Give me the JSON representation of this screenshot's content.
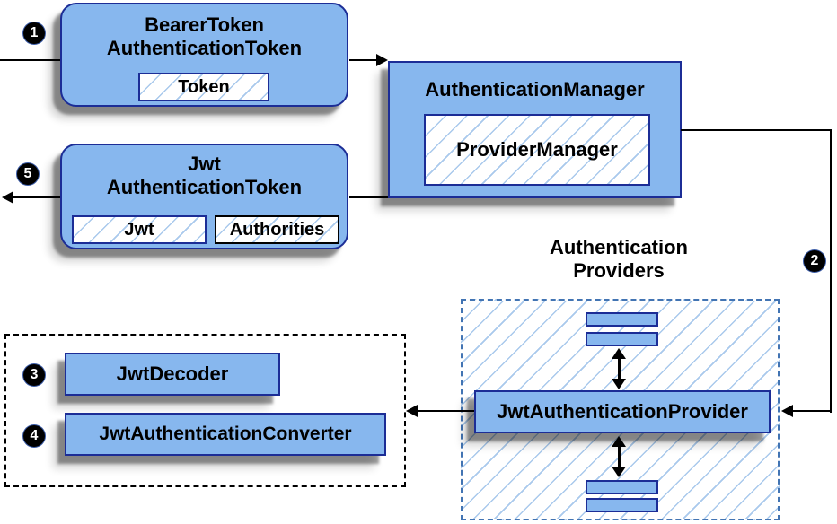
{
  "colors": {
    "node_fill": "#87b7ee",
    "node_border": "#1c2d96",
    "hatch_line": "#a9c9ec",
    "dash_blue": "#4274b3",
    "badge_bg": "#000000",
    "badge_text": "#ffffff"
  },
  "steps": {
    "s1": "1",
    "s2": "2",
    "s3": "3",
    "s4": "4",
    "s5": "5"
  },
  "nodes": {
    "bearer_token": {
      "line1": "BearerToken",
      "line2": "AuthenticationToken",
      "field": "Token"
    },
    "auth_manager": {
      "title": "AuthenticationManager",
      "impl": "ProviderManager"
    },
    "jwt_token": {
      "line1": "Jwt",
      "line2": "AuthenticationToken",
      "field1": "Jwt",
      "field2": "Authorities"
    },
    "jwt_provider": {
      "title": "JwtAuthenticationProvider"
    },
    "jwt_decoder": {
      "title": "JwtDecoder"
    },
    "jwt_converter": {
      "title": "JwtAuthenticationConverter"
    }
  },
  "labels": {
    "providers_group": {
      "line1": "Authentication",
      "line2": "Providers"
    }
  }
}
